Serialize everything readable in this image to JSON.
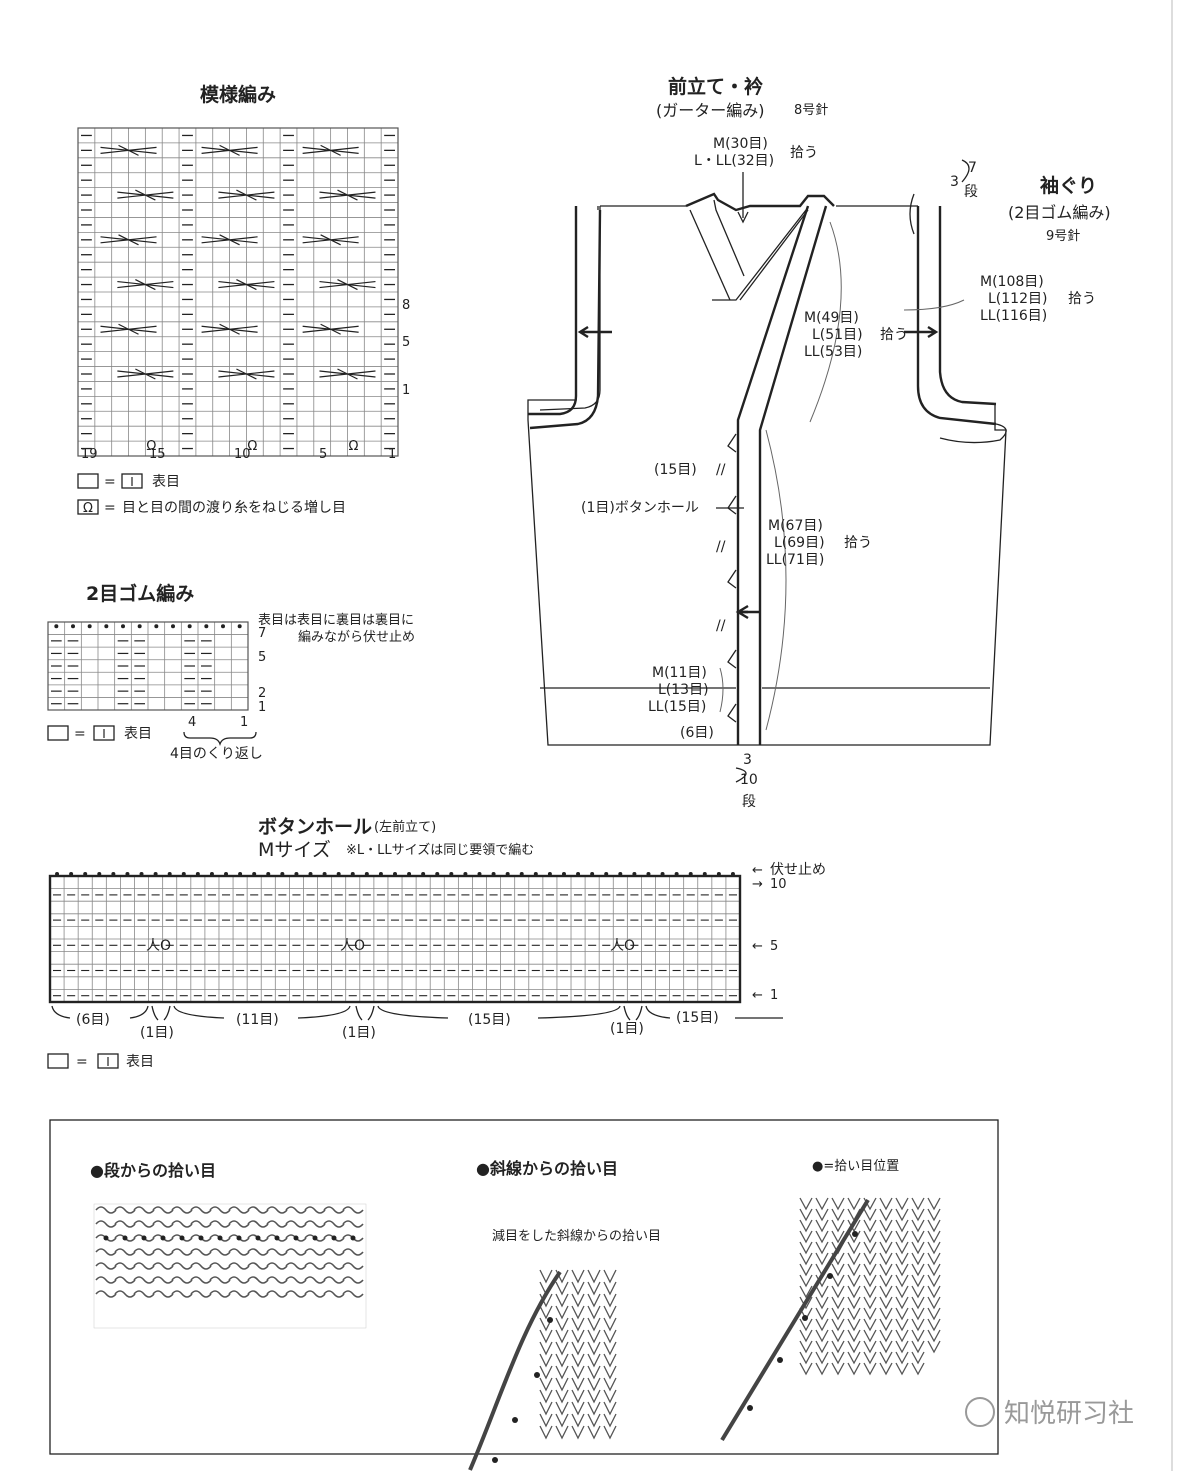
{
  "pattern_chart": {
    "title": "模様編み",
    "bottom_numbers": [
      "19",
      "15",
      "10",
      "5",
      "1"
    ],
    "right_numbers": [
      "8",
      "5",
      "1"
    ],
    "legend": [
      {
        "symbol": "□",
        "eq": "=",
        "code": "I",
        "text": "表目"
      },
      {
        "symbol": "Ω",
        "eq": "=",
        "text": "目と目の間の渡り糸をねじる増し目"
      }
    ]
  },
  "rib_chart": {
    "title": "2目ゴム編み",
    "note_line1": "表目は表目に裏目は裏目に",
    "note_line2": "編みながら伏せ止め",
    "rows": [
      "7",
      "5",
      "2",
      "1"
    ],
    "bottom_left": "4",
    "bottom_right": "1",
    "repeat": "4目のくり返し",
    "legend": {
      "symbol": "□",
      "eq": "=",
      "code": "I",
      "text": "表目"
    }
  },
  "buttonhole_chart": {
    "title": "ボタンホール",
    "title_sub": "(左前立て)",
    "size_line": "Mサイズ",
    "size_note": "※L・LLサイズは同じ要領で編む",
    "bind_off": "伏せ止め",
    "rows": [
      "10",
      "5",
      "1"
    ],
    "mark": "人O",
    "spans": [
      "(6目)",
      "(1目)",
      "(11目)",
      "(1目)",
      "(15目)",
      "(1目)",
      "(15目)"
    ],
    "legend": {
      "symbol": "□",
      "eq": "=",
      "code": "I",
      "text": "表目"
    }
  },
  "schematic": {
    "front_title": "前立て・衿",
    "front_sub": "(ガーター編み)",
    "front_needle": "8号針",
    "neck_m": "M(30目)",
    "neck_l": "L・LL(32目)",
    "pick": "拾う",
    "armhole_title": "袖ぐり",
    "armhole_sub": "(2目ゴム編み)",
    "armhole_needle": "9号針",
    "arm_3": "3",
    "arm_rows": "7",
    "arm_dan": "段",
    "arm_m": "M(108目)",
    "arm_l": "L(112目)",
    "arm_ll": "LL(116目)",
    "v_m": "M(49目)",
    "v_l": "L(51目)",
    "v_ll": "LL(53目)",
    "f_m": "M(67目)",
    "f_l": "L(69目)",
    "f_ll": "LL(71目)",
    "gap15": "(15目)",
    "buttonhole": "(1目)ボタンホール",
    "b_m": "M(11目)",
    "b_l": "L(13目)",
    "b_ll": "LL(15目)",
    "b6": "(6目)",
    "bot_3": "3",
    "bot_rows": "10",
    "bot_dan": "段"
  },
  "pickup_box": {
    "left_title": "●段からの拾い目",
    "mid_title": "●斜線からの拾い目",
    "legend": "●=拾い目位置",
    "sub": "減目をした斜線からの拾い目"
  },
  "watermark": "知悦研习社"
}
